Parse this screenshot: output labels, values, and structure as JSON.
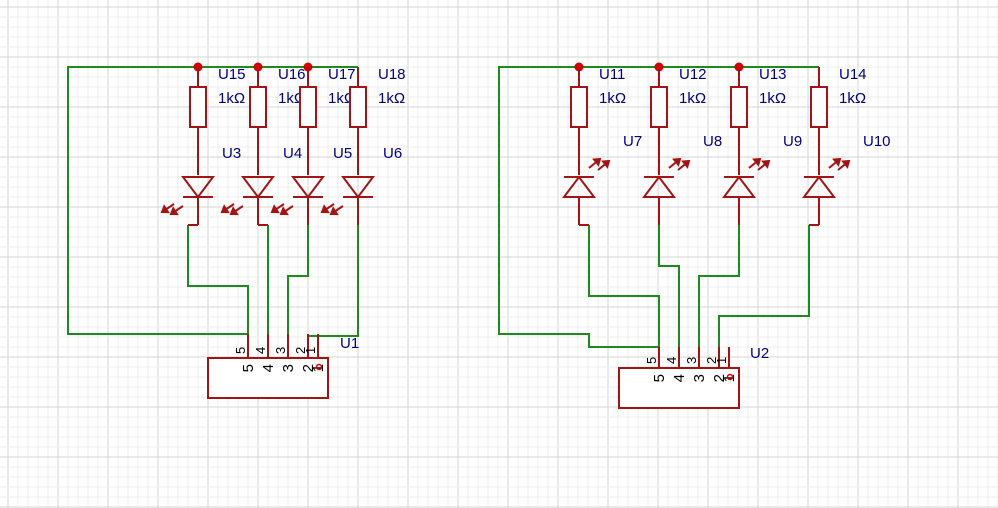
{
  "colors": {
    "background": "#ffffff",
    "grid_major": "#d6d6d6",
    "grid_minor": "#ececec",
    "component": "#a31515",
    "wire": "#1f8a1f",
    "junction": "#d40000",
    "label": "#000080",
    "pin_text": "#000000"
  },
  "left_circuit": {
    "resistors": [
      {
        "designator": "U15",
        "value": "1kΩ"
      },
      {
        "designator": "U16",
        "value": "1kΩ"
      },
      {
        "designator": "U17",
        "value": "1kΩ"
      },
      {
        "designator": "U18",
        "value": "1kΩ"
      }
    ],
    "leds": [
      {
        "designator": "U3",
        "orientation": "down"
      },
      {
        "designator": "U4",
        "orientation": "down"
      },
      {
        "designator": "U5",
        "orientation": "down"
      },
      {
        "designator": "U6",
        "orientation": "down"
      }
    ],
    "connector": {
      "designator": "U1",
      "pins": [
        "5",
        "4",
        "3",
        "2",
        "1"
      ]
    }
  },
  "right_circuit": {
    "resistors": [
      {
        "designator": "U11",
        "value": "1kΩ"
      },
      {
        "designator": "U12",
        "value": "1kΩ"
      },
      {
        "designator": "U13",
        "value": "1kΩ"
      },
      {
        "designator": "U14",
        "value": "1kΩ"
      }
    ],
    "leds": [
      {
        "designator": "U7",
        "orientation": "up"
      },
      {
        "designator": "U8",
        "orientation": "up"
      },
      {
        "designator": "U9",
        "orientation": "up"
      },
      {
        "designator": "U10",
        "orientation": "up"
      }
    ],
    "connector": {
      "designator": "U2",
      "pins": [
        "5",
        "4",
        "3",
        "2",
        "1"
      ]
    }
  }
}
